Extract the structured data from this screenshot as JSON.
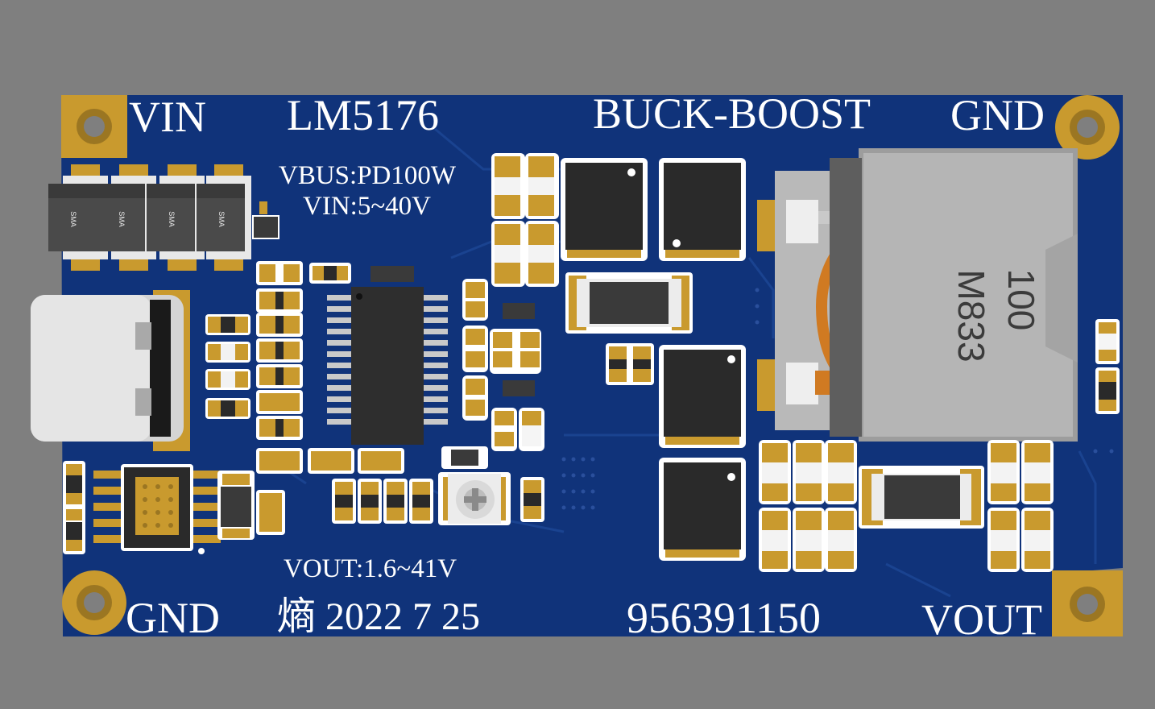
{
  "board": {
    "colors": {
      "background": "#7f7f7f",
      "pcb": "#10337a",
      "pcb_trace": "#1a3f8a",
      "silkscreen": "#ffffff",
      "gold_pad": "#c99a2e",
      "ic_body": "#2a2a2a",
      "usb_shell": "#d4d4d4"
    },
    "labels": {
      "vin": "VIN",
      "chip": "LM5176",
      "topology": "BUCK-BOOST",
      "gnd_top": "GND",
      "vbus": "VBUS:PD100W",
      "vin_range": "VIN:5~40V",
      "vout_range": "VOUT:1.6~41V",
      "gnd_bottom": "GND",
      "author_date": "熵 2022 7 25",
      "number": "956391150",
      "vout": "VOUT"
    },
    "components": {
      "diode_marking": "SMA",
      "inductor_value": "100",
      "inductor_code": "M833"
    }
  }
}
